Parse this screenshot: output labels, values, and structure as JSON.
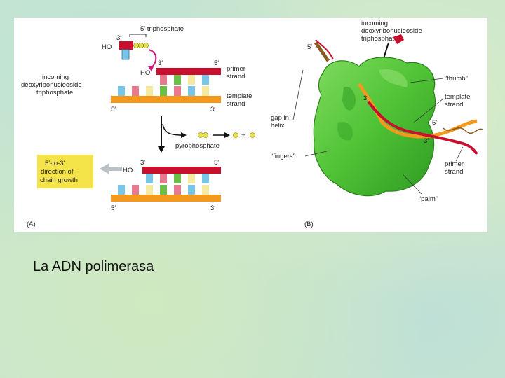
{
  "caption": "La ADN polimerasa",
  "panel_a": {
    "label": "(A)",
    "triphosphate_label": "5′ triphosphate",
    "incoming_label": [
      "incoming",
      "deoxyribonucleoside",
      "triphosphate"
    ],
    "primer_strand_label": [
      "primer",
      "strand"
    ],
    "template_strand_label": [
      "template",
      "strand"
    ],
    "pyrophosphate_label": "pyrophosphate",
    "direction_box": [
      "5′-to-3′",
      "direction of",
      "chain growth"
    ],
    "ho": "HO",
    "end_3": "3′",
    "end_5": "5′",
    "plus": "+"
  },
  "panel_b": {
    "label": "(B)",
    "incoming_label": [
      "incoming",
      "deoxyribonucleoside",
      "triphosphate"
    ],
    "thumb_label": "“thumb”",
    "template_strand_label": [
      "template",
      "strand"
    ],
    "gap_label": [
      "gap in",
      "helix"
    ],
    "fingers_label": "“fingers”",
    "primer_strand_label": [
      "primer",
      "strand"
    ],
    "palm_label": "“palm”",
    "end_5": "5′",
    "end_3": "3′"
  },
  "colors": {
    "primer": "#c8102e",
    "template": "#f39a1e",
    "protein": "#4fc235",
    "direction_box": "#f5e34a",
    "base_green": "#6cc04a",
    "base_blue": "#79c6e8",
    "base_pink": "#e77a8f",
    "base_yellow": "#f6e9a0"
  }
}
